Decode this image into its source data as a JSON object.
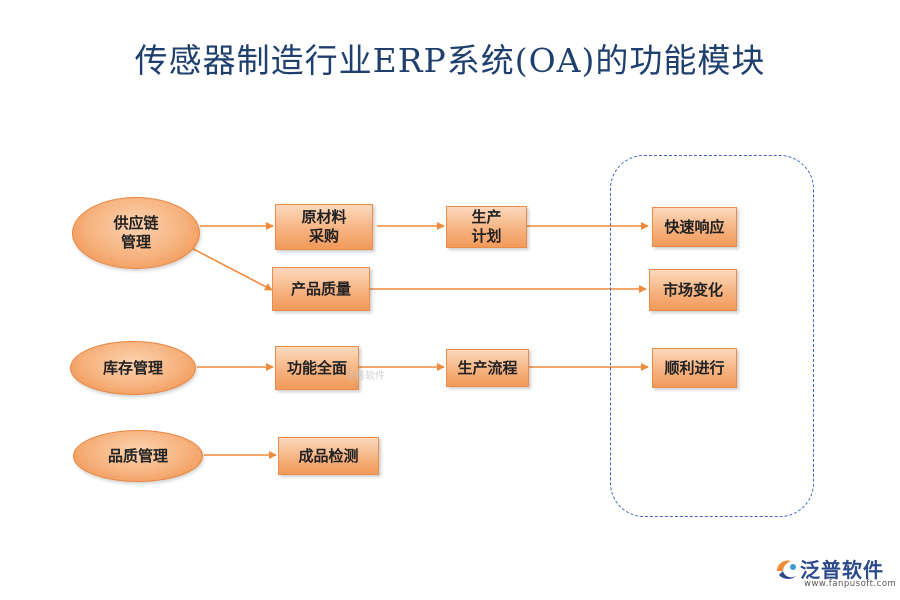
{
  "title": "传感器制造行业ERP系统(OA)的功能模块",
  "nodes": {
    "supply_chain": "供应链\n管理",
    "inventory": "库存管理",
    "quality_mgmt": "品质管理",
    "raw_material": "原材料\n采购",
    "product_quality": "产品质量",
    "full_function": "功能全面",
    "finished_inspection": "成品检测",
    "production_plan": "生产\n计划",
    "production_flow": "生产流程",
    "fast_response": "快速响应",
    "market_change": "市场变化",
    "smooth_progress": "顺利进行"
  },
  "logo": {
    "name": "泛普软件",
    "url": "www.fanpusoft.com"
  },
  "watermark": "泛普软件",
  "colors": {
    "accent": "#f6b17c",
    "arrow": "#f08a3c",
    "frame": "#3c67c0",
    "title": "#1f3f6e"
  }
}
